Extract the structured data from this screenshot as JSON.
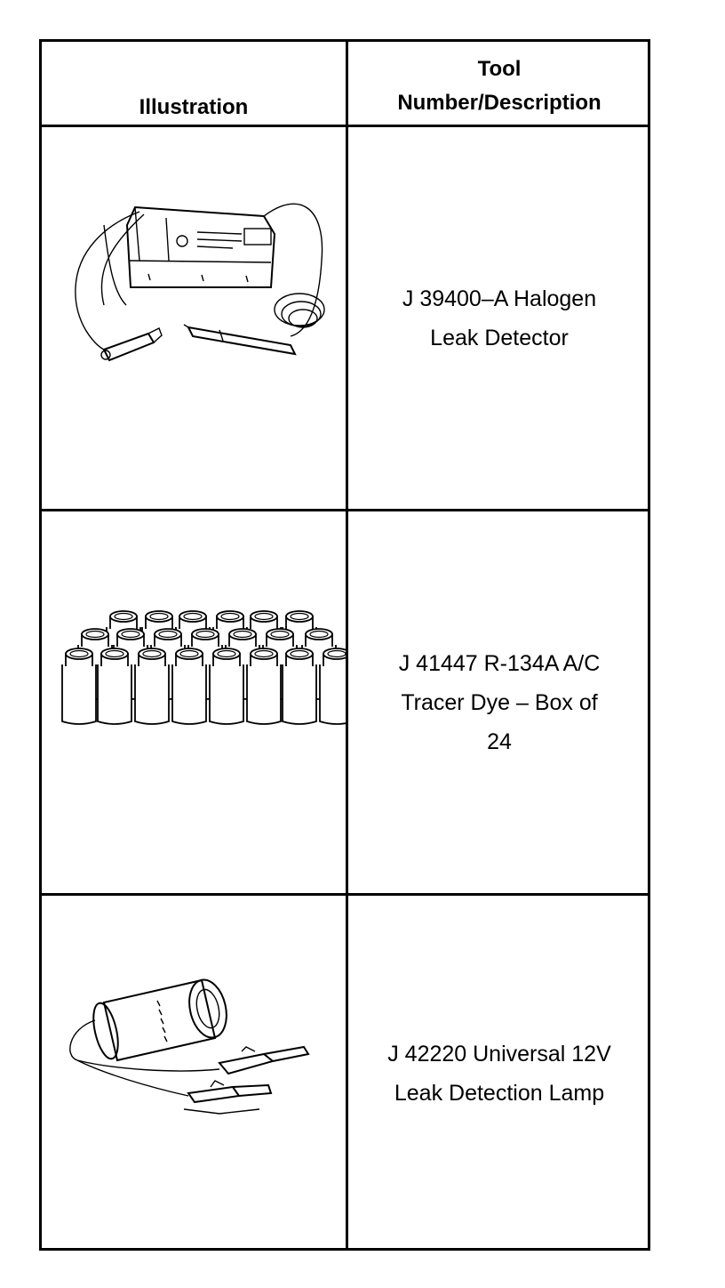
{
  "header": {
    "illustration": "Illustration",
    "tool_line1": "Tool",
    "tool_line2": "Number/Description"
  },
  "rows": [
    {
      "illustration_icon": "halogen-leak-detector",
      "lines": [
        "J 39400–A Halogen",
        "Leak Detector"
      ]
    },
    {
      "illustration_icon": "tracer-dye-bottles",
      "lines": [
        "J 41447 R-134A A/C",
        "Tracer Dye – Box of",
        "24"
      ]
    },
    {
      "illustration_icon": "leak-detection-lamp",
      "lines": [
        "J 42220 Universal 12V",
        "Leak Detection Lamp"
      ]
    }
  ]
}
